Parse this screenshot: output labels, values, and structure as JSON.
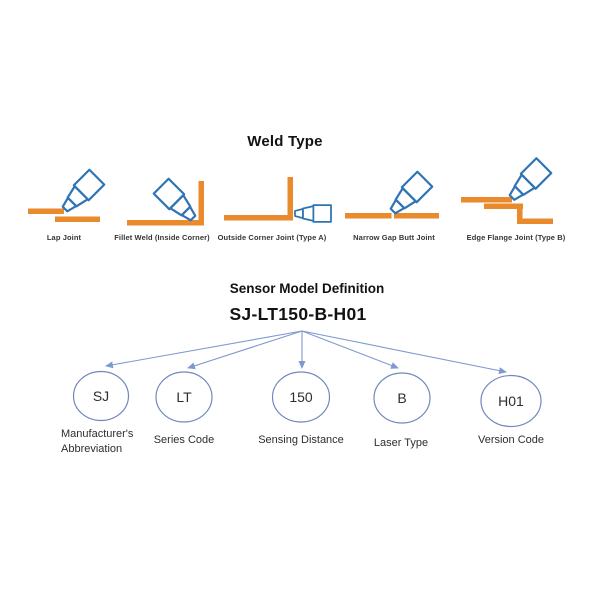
{
  "weld_type": {
    "title": "Weld Type",
    "joints": [
      {
        "label": "Lap Joint"
      },
      {
        "label": "Fillet Weld (Inside Corner)"
      },
      {
        "label": "Outside Corner Joint (Type A)"
      },
      {
        "label": "Narrow Gap Butt Joint"
      },
      {
        "label": "Edge Flange Joint (Type B)"
      }
    ]
  },
  "sensor_model": {
    "title": "Sensor Model Definition",
    "model": "SJ-LT150-B-H01",
    "segments": [
      {
        "code": "SJ",
        "meaning": "Manufacturer's Abbreviation"
      },
      {
        "code": "LT",
        "meaning": "Series Code"
      },
      {
        "code": "150",
        "meaning": "Sensing Distance"
      },
      {
        "code": "B",
        "meaning": "Laser Type"
      },
      {
        "code": "H01",
        "meaning": "Version Code"
      }
    ]
  },
  "colors": {
    "workpiece_orange": "#E98A2D",
    "torch_blue": "#2E74B5",
    "arrow_blue": "#7E99D0",
    "circle_stroke_blue": "#7288BD",
    "text_dark": "#121212"
  }
}
